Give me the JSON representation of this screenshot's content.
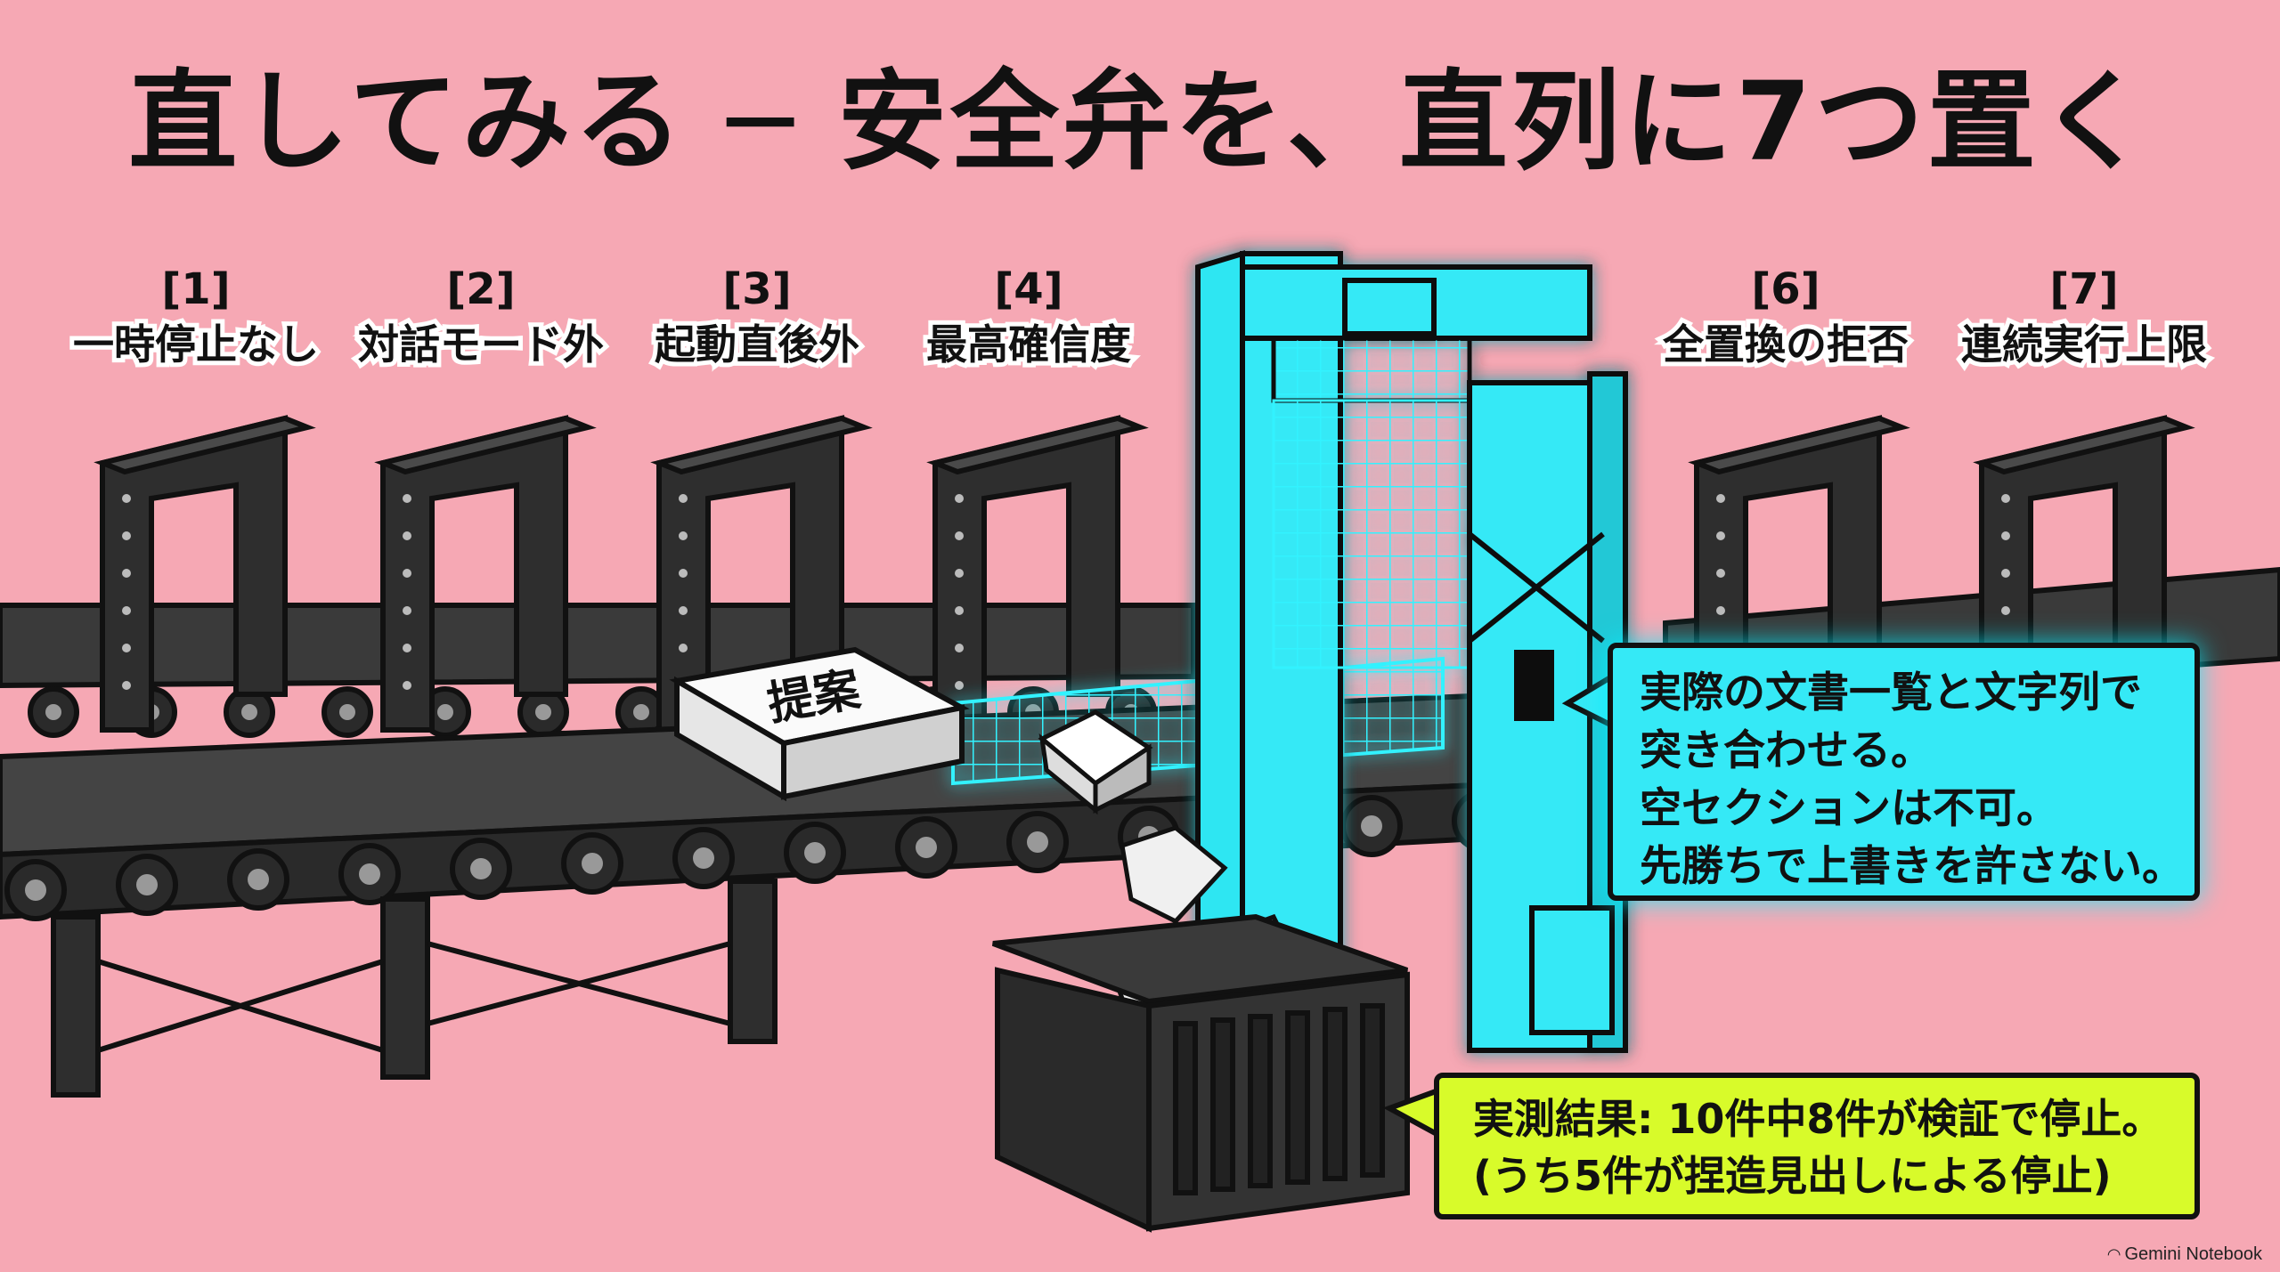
{
  "title": "直してみる ─ 安全弁を、直列に7つ置く",
  "gates": [
    {
      "num": "[1]",
      "name": "一時停止なし"
    },
    {
      "num": "[2]",
      "name": "対話モード外"
    },
    {
      "num": "[3]",
      "name": "起動直後外"
    },
    {
      "num": "[4]",
      "name": "最高確信度"
    },
    {
      "num": "[6]",
      "name": "全置換の拒否"
    },
    {
      "num": "[7]",
      "name": "連続実行上限"
    }
  ],
  "box_label": "提案",
  "callout_check": {
    "lines": [
      "実際の文書一覧と文字列で",
      "突き合わせる。",
      "空セクションは不可。",
      "先勝ちで上書きを許さない。"
    ]
  },
  "callout_result": {
    "lines": [
      "実測結果: 10件中8件が検証で停止。",
      "(うち5件が捏造見出しによる停止)"
    ]
  },
  "watermark": "Gemini Notebook",
  "colors": {
    "background": "#f6a8b4",
    "accent_cyan": "#35e9f6",
    "accent_lime": "#d8fb2a",
    "ink": "#111111"
  },
  "icons": [
    "gear-icon-rollers",
    "paper-box-icon",
    "trash-bin-icon",
    "cube-icon"
  ]
}
